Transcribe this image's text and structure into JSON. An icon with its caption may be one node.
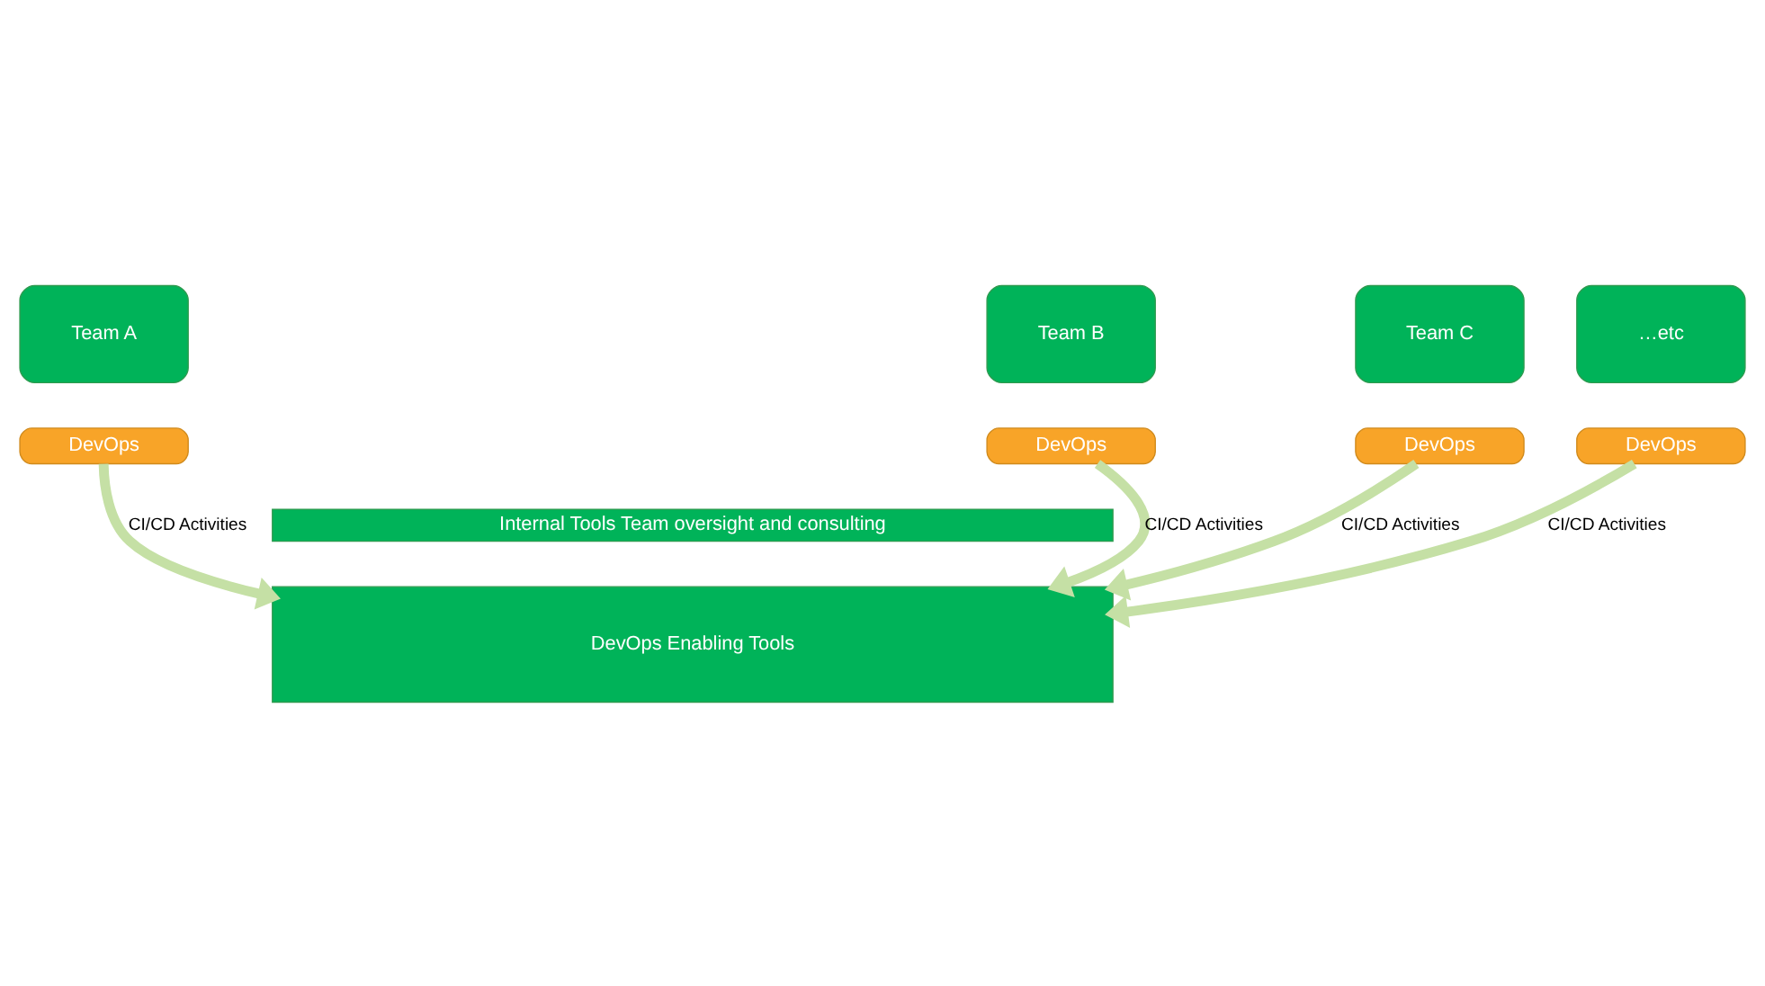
{
  "diagram": {
    "nodes": [
      {
        "text": [
          "Team A"
        ]
      },
      {
        "text": [
          "DevOps"
        ]
      },
      {
        "text": [
          "Team B"
        ]
      },
      {
        "text": [
          "DevOps"
        ]
      },
      {
        "text": [
          "Team C"
        ]
      },
      {
        "text": [
          "DevOps"
        ]
      },
      {
        "text": [
          "…etc"
        ]
      },
      {
        "text": [
          "DevOps"
        ]
      },
      {
        "text": [
          "Internal Tools Team oversight and consulting"
        ]
      },
      {
        "text": [
          "DevOps Enabling Tools"
        ]
      }
    ],
    "edges": [
      {
        "from": 1,
        "to": 9,
        "arrow": "to",
        "label": "CI/CD Activities"
      },
      {
        "from": 3,
        "to": 9,
        "arrow": "to",
        "label": "CI/CD Activities"
      },
      {
        "from": 5,
        "to": 9,
        "arrow": "to",
        "label": "CI/CD Activities"
      },
      {
        "from": 7,
        "to": 9,
        "arrow": "to",
        "label": "CI/CD Activities"
      }
    ]
  }
}
